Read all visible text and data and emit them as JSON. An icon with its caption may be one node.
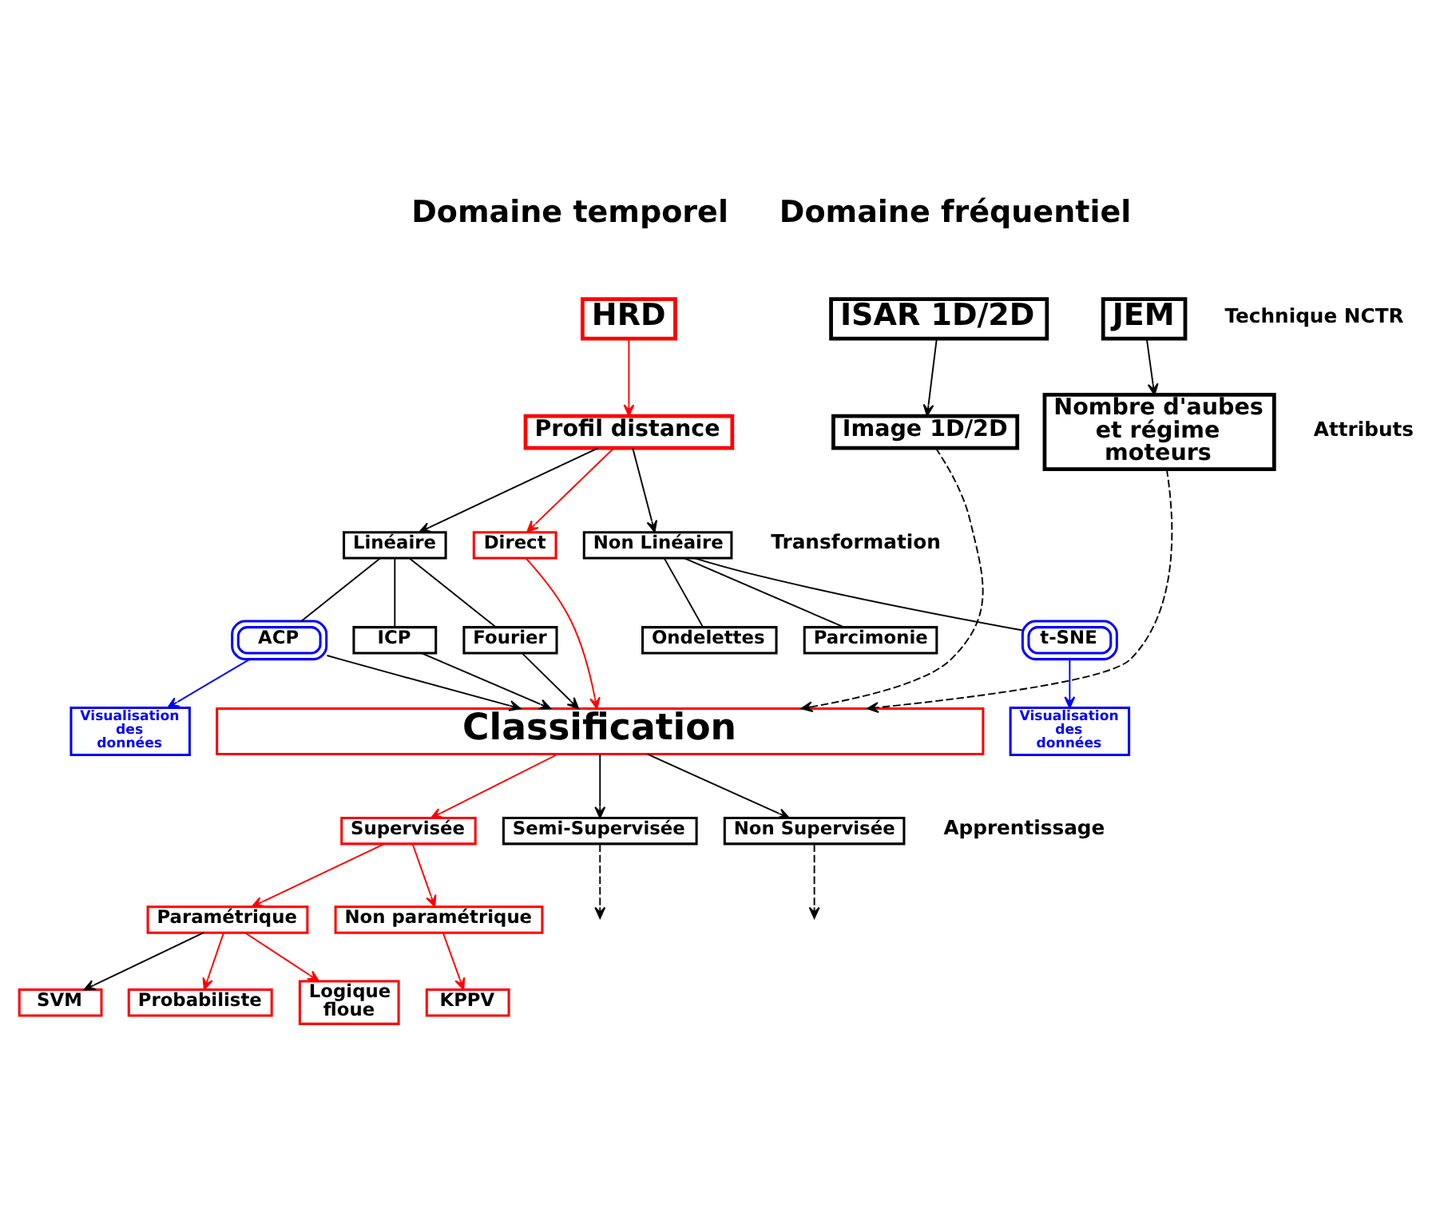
{
  "diagram": {
    "nodes": [
      {
        "text": [
          "HRD"
        ]
      },
      {
        "text": [
          "ISAR 1D/2D"
        ]
      },
      {
        "text": [
          "JEM"
        ]
      },
      {
        "text": [
          "Profil distance"
        ]
      },
      {
        "text": [
          "Image 1D/2D"
        ]
      },
      {
        "text": [
          "Nombre d'aubes et régime moteurs"
        ]
      },
      {
        "text": [
          "Linéaire"
        ]
      },
      {
        "text": [
          "Direct"
        ]
      },
      {
        "text": [
          "Non Linéaire"
        ]
      },
      {
        "text": [
          "ACP"
        ]
      },
      {
        "text": [
          "ICP"
        ]
      },
      {
        "text": [
          "Fourier"
        ]
      },
      {
        "text": [
          "Ondelettes"
        ]
      },
      {
        "text": [
          "Parcimonie"
        ]
      },
      {
        "text": [
          "t-SNE"
        ]
      },
      {
        "text": [
          "Visualisation des données"
        ]
      },
      {
        "text": [
          "Visualisation des données"
        ]
      },
      {
        "text": [
          "Classification"
        ]
      },
      {
        "text": [
          "Supervisée"
        ]
      },
      {
        "text": [
          "Semi-Supervisée"
        ]
      },
      {
        "text": [
          "Non Supervisée"
        ]
      },
      {
        "text": [
          "Paramétrique"
        ]
      },
      {
        "text": [
          "Non paramétrique"
        ]
      },
      {
        "text": [
          "SVM"
        ]
      },
      {
        "text": [
          "Probabiliste"
        ]
      },
      {
        "text": [
          "Logique floue"
        ]
      },
      {
        "text": [
          "KPPV"
        ]
      }
    ],
    "edges": [
      {
        "from": 0,
        "to": 3,
        "arrow": "to",
        "color": "#ff0000"
      },
      {
        "from": 1,
        "to": 4,
        "arrow": "to"
      },
      {
        "from": 2,
        "to": 5,
        "arrow": "to"
      },
      {
        "from": 3,
        "to": 6,
        "arrow": "to"
      },
      {
        "from": 3,
        "to": 7,
        "arrow": "to",
        "color": "#ff0000"
      },
      {
        "from": 3,
        "to": 8,
        "arrow": "to"
      },
      {
        "from": 6,
        "to": 9,
        "arrow": "none"
      },
      {
        "from": 6,
        "to": 10,
        "arrow": "none"
      },
      {
        "from": 6,
        "to": 11,
        "arrow": "none"
      },
      {
        "from": 8,
        "to": 12,
        "arrow": "none"
      },
      {
        "from": 8,
        "to": 13,
        "arrow": "none"
      },
      {
        "from": 8,
        "to": 14,
        "arrow": "none"
      },
      {
        "from": 9,
        "to": 15,
        "arrow": "to",
        "color": "#0000ff"
      },
      {
        "from": 14,
        "to": 16,
        "arrow": "to",
        "color": "#0000ff"
      },
      {
        "from": 9,
        "to": 17,
        "arrow": "to"
      },
      {
        "from": 10,
        "to": 17,
        "arrow": "to"
      },
      {
        "from": 11,
        "to": 17,
        "arrow": "to"
      },
      {
        "from": 7,
        "to": 17,
        "arrow": "to",
        "color": "#ff0000"
      },
      {
        "from": 4,
        "to": 17,
        "arrow": "to",
        "style": "dashed"
      },
      {
        "from": 5,
        "to": 17,
        "arrow": "to",
        "style": "dashed"
      },
      {
        "from": 17,
        "to": 18,
        "arrow": "to",
        "color": "#ff0000"
      },
      {
        "from": 17,
        "to": 19,
        "arrow": "to"
      },
      {
        "from": 17,
        "to": 20,
        "arrow": "to"
      },
      {
        "from": 18,
        "to": 21,
        "arrow": "to",
        "color": "#ff0000"
      },
      {
        "from": 18,
        "to": 22,
        "arrow": "to",
        "color": "#ff0000"
      },
      {
        "from": 21,
        "to": 23,
        "arrow": "to"
      },
      {
        "from": 21,
        "to": 24,
        "arrow": "to",
        "color": "#ff0000"
      },
      {
        "from": 21,
        "to": 25,
        "arrow": "to",
        "color": "#ff0000"
      },
      {
        "from": 22,
        "to": 26,
        "arrow": "to",
        "color": "#ff0000"
      },
      {
        "from": 19,
        "to": null,
        "arrow": "to",
        "style": "dashed"
      },
      {
        "from": 20,
        "to": null,
        "arrow": "to",
        "style": "dashed"
      }
    ],
    "labels": [
      "Domaine temporel",
      "Domaine fréquentiel",
      "Technique NCTR",
      "Attributs",
      "Transformation",
      "Apprentissage"
    ]
  }
}
